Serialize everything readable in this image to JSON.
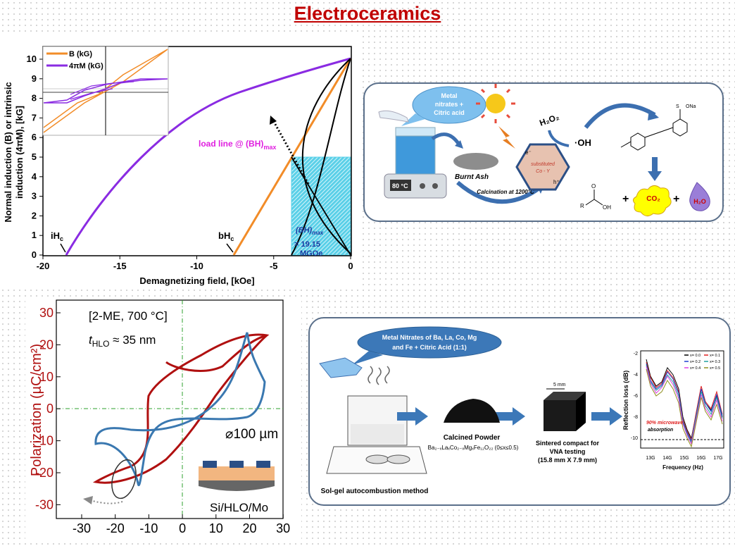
{
  "page_title": "Electroceramics",
  "magnet_plot": {
    "xlabel": "Demagnetizing field, [kOe]",
    "ylabel_line1": "Normal induction (B) or intrinsic",
    "ylabel_line2": "induction (4πM), [kG]",
    "xticks": [
      "-20",
      "-15",
      "-10",
      "-5",
      "0"
    ],
    "yticks": [
      "0",
      "1",
      "2",
      "3",
      "4",
      "5",
      "6",
      "7",
      "8",
      "9",
      "10"
    ],
    "legend": [
      "B (kG)",
      "4πM (kG)"
    ],
    "ann_load_line": "load line @ (BH)",
    "ann_load_line_sub": "max",
    "ann_bhmax": "(BH)",
    "ann_bhmax_sub": "max",
    "ann_bhmax_val1": "= 19.15",
    "ann_bhmax_val2": "MGOe",
    "label_ihc": "iH",
    "label_ihc_sub": "c",
    "label_bhc": "bH",
    "label_bhc_sub": "c",
    "colors": {
      "B": "#f28c28",
      "M": "#8a2be2",
      "shade": "#5ad0e8"
    }
  },
  "photocatalysis": {
    "bubble_text": [
      "Metal",
      "nitrates +",
      "Citric acid"
    ],
    "beaker_temp": "80 °C",
    "burnt_ash": "Burnt Ash",
    "calcination": "Calcination at 1200°C",
    "h2o2": "H₂O₂",
    "oh": "·OH",
    "hex_label1": "substituted",
    "hex_label2": "Co - Y",
    "cb": "e⁻",
    "vb": "h⁺",
    "dye_sulfo": "ONa",
    "co2": "CO₂",
    "h2o": "H₂O",
    "plus": "+",
    "acid_r": "R",
    "acid_oh": "OH",
    "acid_o": "O"
  },
  "polarization_plot": {
    "ylabel": "Polarization (µC/cm²)",
    "header": "[2-ME, 700 °C]",
    "thickness": "t",
    "thickness_sub": "HLO",
    "thickness_val": " ≈ 35 nm",
    "diameter": "⌀100 µm",
    "stack": "Si/HLO/Mo",
    "xticks": [
      "-30",
      "-20",
      "-10",
      "0",
      "10",
      "20",
      "30"
    ],
    "yticks": [
      "30",
      "20",
      "10",
      "0",
      "-10",
      "-20",
      "-30"
    ],
    "colors": {
      "red": "#b01010",
      "blue": "#3a78b0"
    }
  },
  "microwave": {
    "bubble_text": [
      "Metal Nitrates of Ba, La, Co, Mg",
      "and Fe + Citric Acid (1:1)"
    ],
    "sol_gel": "Sol-gel autocombustion method",
    "calcined": "Calcined Powder",
    "formula": "Ba₂₋ₓLaₓCo₂₋ₓMgₓFe₁₂O₂₂ (0≤x≤0.5)",
    "sintered": [
      "Sintered  compact for",
      "VNA testing",
      "(15.8 mm X 7.9 mm)"
    ],
    "mm5": "5 mm",
    "mini_plot": {
      "ylabel": "Reflection loss (dB)",
      "xlabel": "Frequency (Hz)",
      "xticks": [
        "13G",
        "14G",
        "15G",
        "16G",
        "17G"
      ],
      "yticks": [
        "-2",
        "-4",
        "-6",
        "-8",
        "-10"
      ],
      "legend": [
        "x= 0.0",
        "x= 0.1",
        "x= 0.2",
        "x= 0.3",
        "x= 0.4",
        "x= 0.5"
      ],
      "legend_colors": [
        "#000000",
        "#e02020",
        "#1f3fd0",
        "#20a0a0",
        "#e040e0",
        "#909020"
      ],
      "annotation1": "90% microwave",
      "annotation2": "absorption"
    }
  }
}
